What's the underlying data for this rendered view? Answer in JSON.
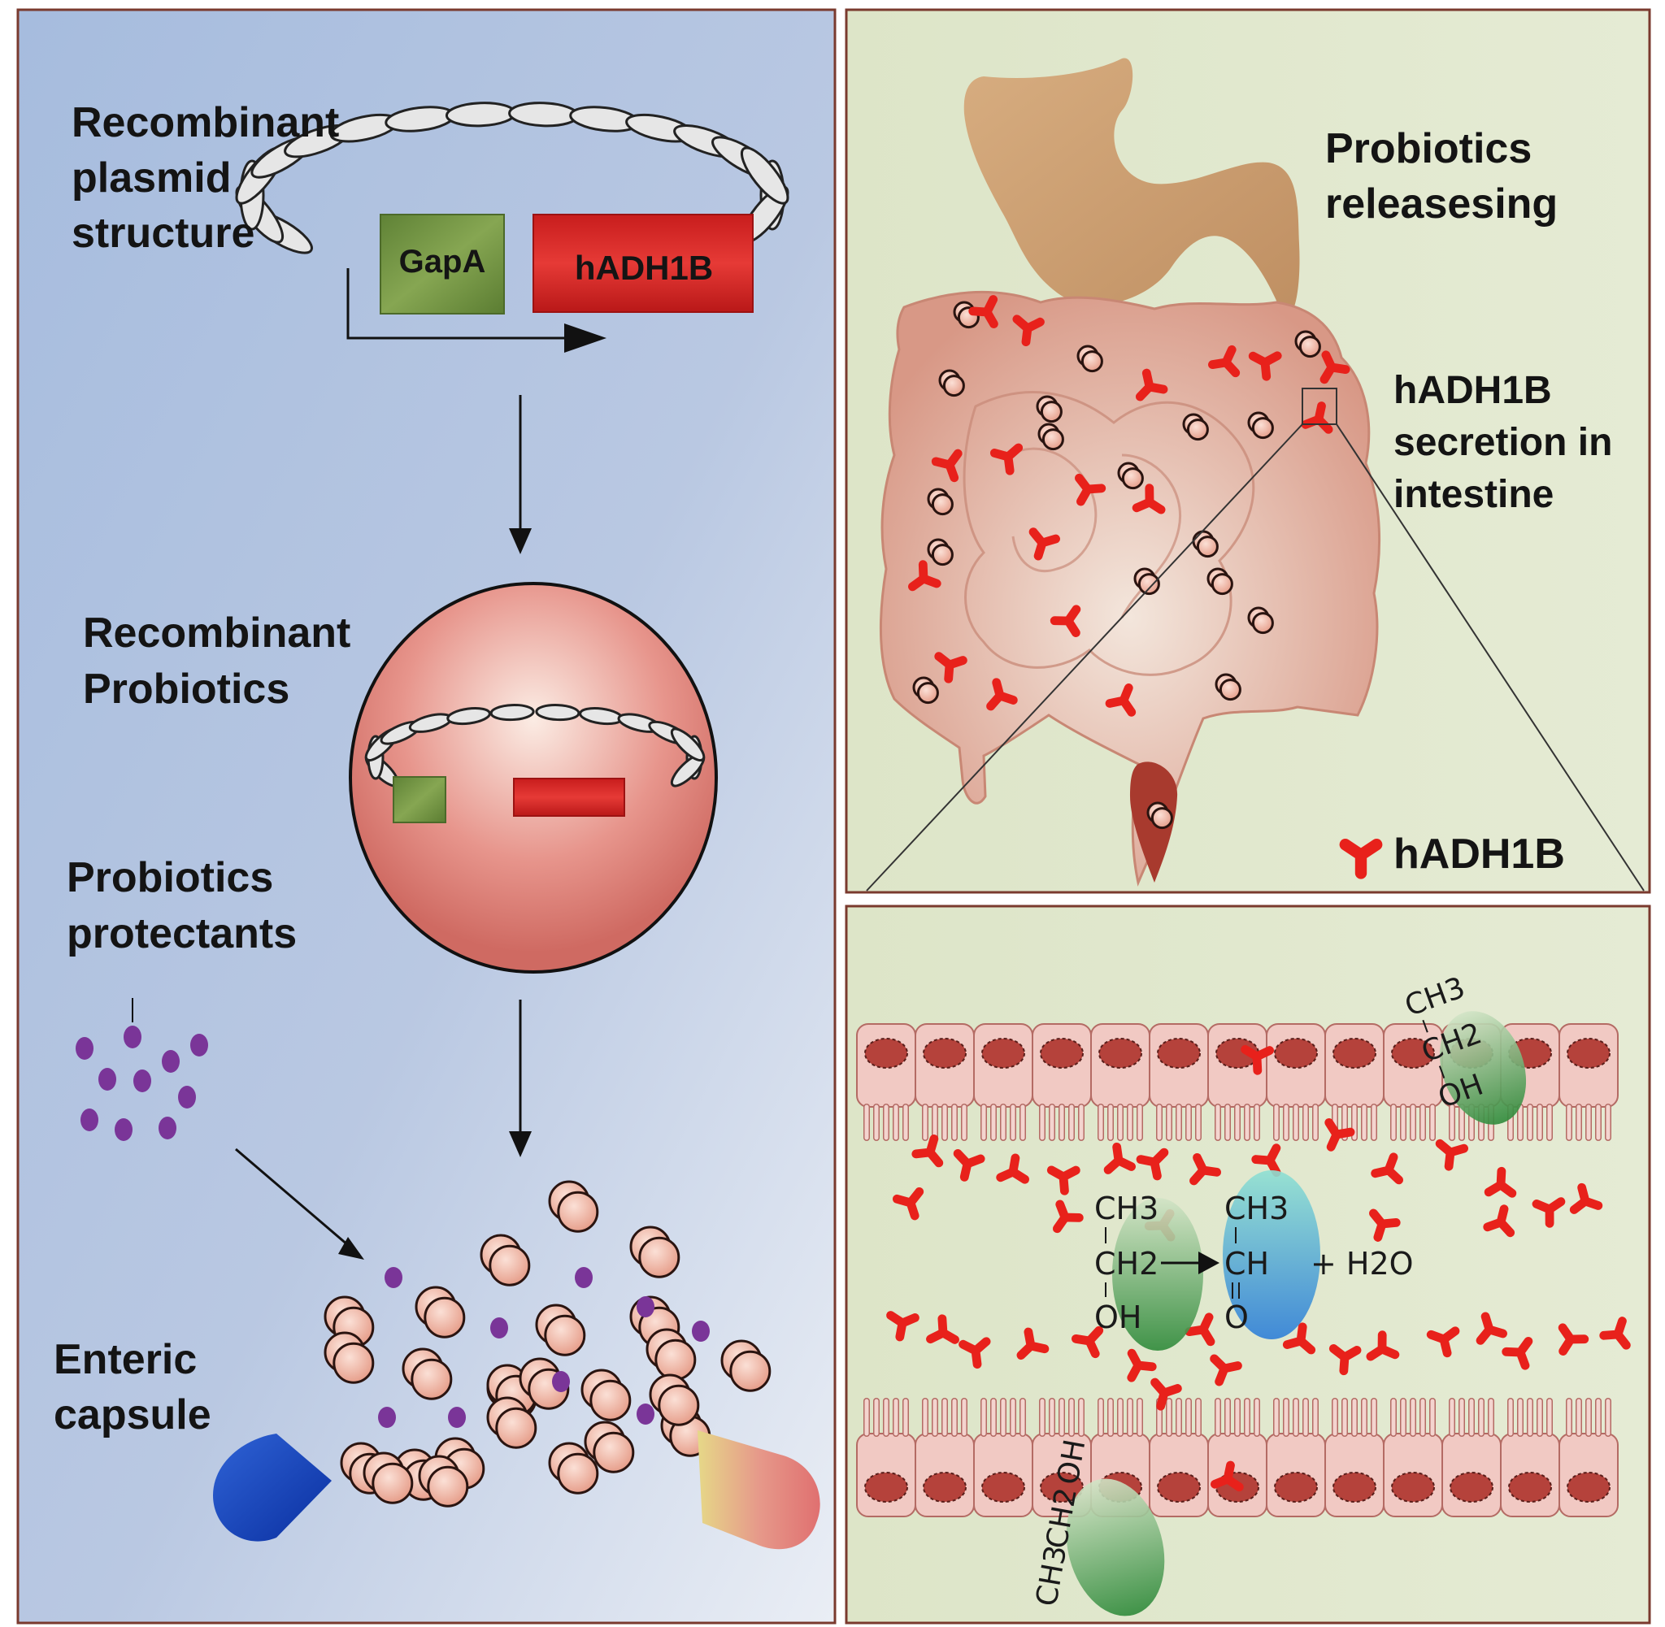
{
  "left_panel": {
    "plasmid_label": [
      "Recombinant",
      "plasmid",
      "structure"
    ],
    "promoter_label": "GapA",
    "gene_label": "hADH1B",
    "probiotics_label": [
      "Recombinant",
      "Probiotics"
    ],
    "protectants_label": [
      "Probiotics",
      "protectants"
    ],
    "capsule_label": [
      "Enteric",
      "capsule"
    ]
  },
  "top_right_panel": {
    "releasing_label": [
      "Probiotics",
      "releasesing"
    ],
    "secretion_label": [
      "hADH1B",
      "secretion in",
      "intestine"
    ],
    "legend_label": "hADH1B"
  },
  "bottom_right_panel": {
    "reaction_reactant": [
      "CH3",
      "CH2",
      "OH"
    ],
    "reaction_product": [
      "CH3",
      "CH",
      "O"
    ],
    "reaction_plus": "+ H2O",
    "molecule_top": [
      "CH3",
      "CH2",
      "OH"
    ],
    "molecule_bottom": [
      "CH3",
      "CH2",
      "OH"
    ]
  },
  "colors": {
    "left_bg_top": "#a8bddc",
    "left_bg_bottom": "#e8edf5",
    "right_bg": "#dfe6cc",
    "panel_border": "#7a3a2e",
    "promoter": "#6f9140",
    "gene": "#d42a2a",
    "enzyme": "#e8211b",
    "probiotic": "#e9a898",
    "protectant": "#7a3598",
    "intestine": "#dba18f",
    "stomach": "#c99b6f"
  }
}
